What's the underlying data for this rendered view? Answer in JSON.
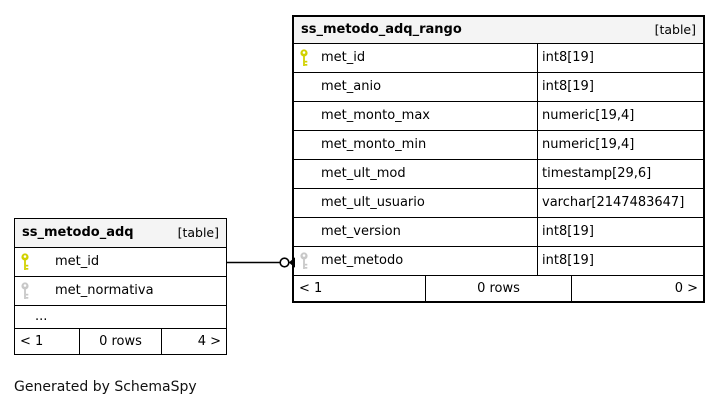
{
  "diagram": {
    "credit": "Generated by SchemaSpy"
  },
  "colors": {
    "pk-key": "#d1d100",
    "fk-key": "#c8c8c8",
    "header-bg": "#f4f4f4",
    "node-border": "#000000",
    "canvas-bg": "#ffffff"
  },
  "tables": [
    {
      "name": "ss_metodo_adq_rango",
      "badge": "[table]",
      "columns": [
        {
          "name": "met_id",
          "type": "int8[19]",
          "key": "primary"
        },
        {
          "name": "met_anio",
          "type": "int8[19]",
          "key": ""
        },
        {
          "name": "met_monto_max",
          "type": "numeric[19,4]",
          "key": ""
        },
        {
          "name": "met_monto_min",
          "type": "numeric[19,4]",
          "key": ""
        },
        {
          "name": "met_ult_mod",
          "type": "timestamp[29,6]",
          "key": ""
        },
        {
          "name": "met_ult_usuario",
          "type": "varchar[2147483647]",
          "key": ""
        },
        {
          "name": "met_version",
          "type": "int8[19]",
          "key": ""
        },
        {
          "name": "met_metodo",
          "type": "int8[19]",
          "key": "foreign"
        }
      ],
      "footer": {
        "left": "< 1",
        "center": "0 rows",
        "right": "0 >"
      }
    },
    {
      "name": "ss_metodo_adq",
      "badge": "[table]",
      "columns": [
        {
          "name": "met_id",
          "key": "primary"
        },
        {
          "name": "met_normativa",
          "key": "foreign"
        },
        {
          "name": "...",
          "key": ""
        }
      ],
      "footer": {
        "left": "< 1",
        "center": "0 rows",
        "right": "4 >"
      }
    }
  ],
  "relationship": {
    "from_table": "ss_metodo_adq",
    "from_column": "met_id",
    "to_table": "ss_metodo_adq_rango",
    "to_column": "met_metodo"
  }
}
